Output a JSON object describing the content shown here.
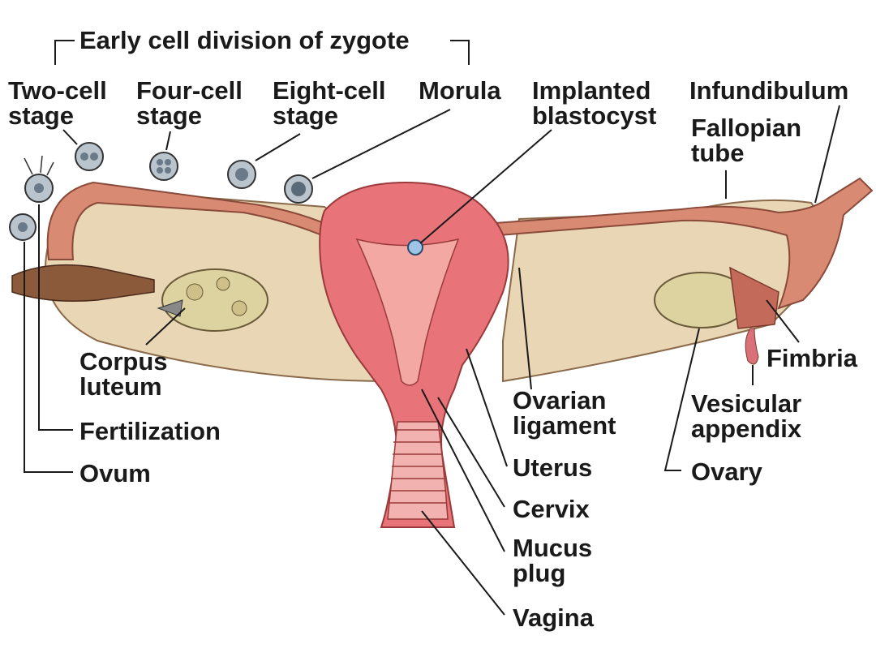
{
  "diagram": {
    "bracket_title": "Early cell division of zygote",
    "labels": {
      "two_cell": [
        "Two-cell",
        "stage"
      ],
      "four_cell": [
        "Four-cell",
        "stage"
      ],
      "eight_cell": [
        "Eight-cell",
        "stage"
      ],
      "morula": [
        "Morula"
      ],
      "implanted_blastocyst": [
        "Implanted",
        "blastocyst"
      ],
      "infundibulum": [
        "Infundibulum"
      ],
      "fallopian_tube": [
        "Fallopian",
        "tube"
      ],
      "corpus_luteum": [
        "Corpus",
        "luteum"
      ],
      "fertilization": [
        "Fertilization"
      ],
      "ovum": [
        "Ovum"
      ],
      "ovarian_ligament": [
        "Ovarian",
        "ligament"
      ],
      "uterus": [
        "Uterus"
      ],
      "cervix": [
        "Cervix"
      ],
      "mucus_plug": [
        "Mucus",
        "plug"
      ],
      "vagina": [
        "Vagina"
      ],
      "fimbria": [
        "Fimbria"
      ],
      "vesicular_appendix": [
        "Vesicular",
        "appendix"
      ],
      "ovary": [
        "Ovary"
      ]
    },
    "colors": {
      "uterus_wall": "#e8747a",
      "uterus_inner": "#f3a8a4",
      "broad_ligament": "#e8d6b4",
      "tube": "#d98a72",
      "ovary": "#ddd3a0",
      "leader_line": "#1a1a1a"
    }
  }
}
